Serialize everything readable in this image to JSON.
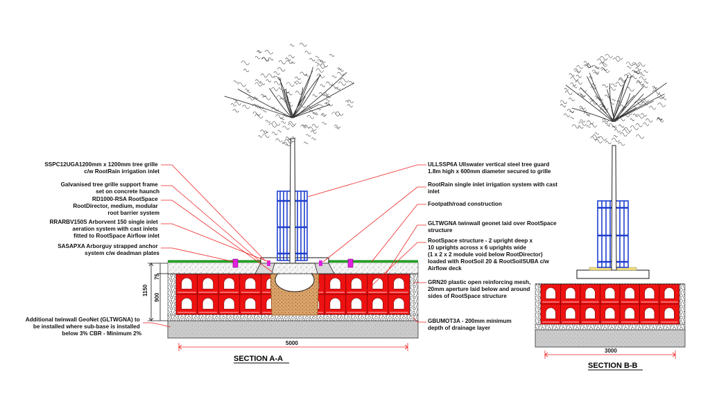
{
  "left_labels": {
    "l1": [
      "SSPC12UGA1200mm x 1200mm tree grille",
      "c/w RootRain irrigation inlet"
    ],
    "l2": [
      "Galvanised tree grille support frame",
      "set on concrete haunch"
    ],
    "l3": [
      "RD1000-RSA RootSpace",
      "RootDirector, medium, modular",
      "root barrier system"
    ],
    "l4": [
      "RRARBV150S Arborvent 150 single inlet",
      "aeration system with cast inlets",
      "fitted to RootSpace Airflow inlet"
    ],
    "l5": [
      "SASAPXA Arborguy strapped anchor",
      "system c/w deadman plates"
    ],
    "l6": [
      "Additional twinwall GeoNet (GLTWGNA) to",
      "be installed where sub-base is installed",
      "below 3% CBR - Minimum 2%"
    ]
  },
  "right_labels": {
    "r1": [
      "ULLSSP6A Ullswater vertical steel tree guard",
      "1.8m high x 600mm diameter secured to grille"
    ],
    "r2": [
      "RootRain single inlet irrigation system with cast",
      "inlet"
    ],
    "r3": [
      "Footpath/road construction"
    ],
    "r4": [
      "GLTWGNA twinwall geonet laid over RootSpace",
      "structure"
    ],
    "r5": [
      "RootSpace structure - 2 upright deep x",
      "10 uprights across x 6 uprights wide",
      "(1 x 2 x 2 module void below RootDirector)",
      "loaded with RootSoil 20 & RootSoilSUBA c/w",
      "Airflow deck"
    ],
    "r6": [
      "GRN20 plastic open reinforcing mesh,",
      "20mm aperture laid below and around",
      "sides of RootSpace structure"
    ],
    "r7": [
      "GBUMOT3A - 200mm minimum",
      "depth of drainage layer"
    ]
  },
  "dimensions": {
    "total_height": "1150",
    "upper_depth": "75",
    "module_depth": "900",
    "section_a_width": "5000",
    "section_b_width": "3000"
  },
  "section_titles": {
    "a": "SECTION A-A",
    "b": "SECTION B-B"
  },
  "colors": {
    "module_red": "#ee1111",
    "leader_red": "#ee2222",
    "guard_blue": "#1e3fcf",
    "grass_green": "#22aa22",
    "base_grey": "#c8c8c8",
    "anchor_magenta": "#e020e0",
    "root_brown": "#c87028"
  }
}
